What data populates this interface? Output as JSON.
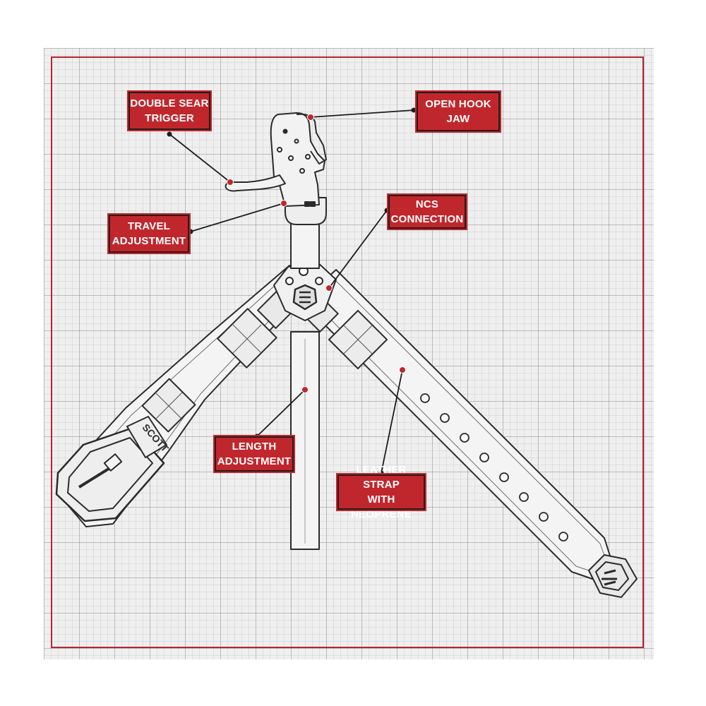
{
  "colors": {
    "accent": "#c0272d",
    "line": "#2b2b2b",
    "sheet": "#efefef",
    "frame": "#b3262d"
  },
  "logo_text": "SCOTT",
  "callouts": {
    "double_sear_trigger": {
      "line1": "DOUBLE SEAR",
      "line2": "TRIGGER"
    },
    "open_hook_jaw": {
      "line1": "OPEN HOOK",
      "line2": "JAW"
    },
    "travel_adjustment": {
      "line1": "TRAVEL",
      "line2": "ADJUSTMENT"
    },
    "ncs_connection": {
      "line1": "NCS",
      "line2": "CONNECTION"
    },
    "length_adjustment": {
      "line1": "LENGTH",
      "line2": "ADJUSTMENT"
    },
    "leather_strap": {
      "line1": "LEATHER STRAP",
      "line2": "WITH NEOPRENE"
    }
  }
}
